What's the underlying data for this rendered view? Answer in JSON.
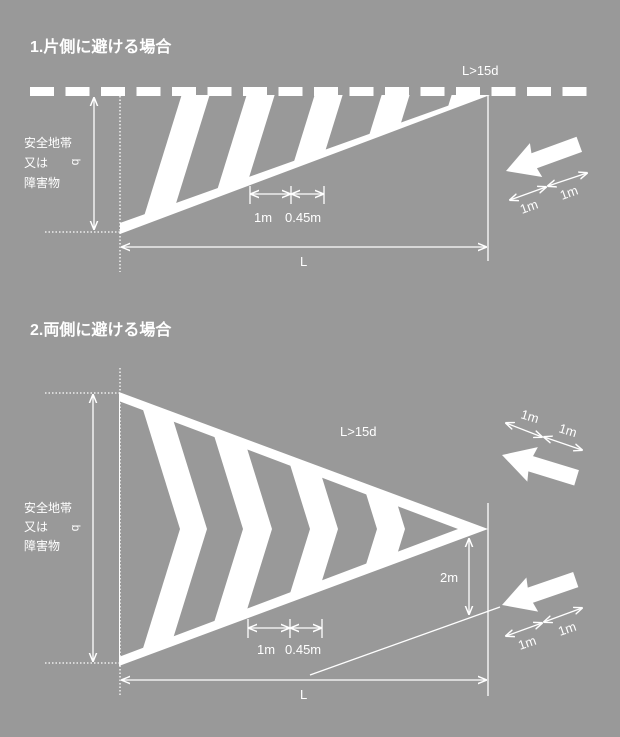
{
  "section1": {
    "title": "1.片側に避ける場合",
    "length_rule": "L>15d",
    "zone_label": [
      "安全地帯",
      "又は",
      "障害物"
    ],
    "width_symbol": "b",
    "length_symbol": "L",
    "stripe_width": "1m",
    "stripe_gap": "0.45m",
    "arrow_dims": [
      "1m",
      "1m"
    ]
  },
  "section2": {
    "title": "2.両側に避ける場合",
    "length_rule": "L>15d",
    "zone_label": [
      "安全地帯",
      "又は",
      "障害物"
    ],
    "width_symbol": "b",
    "length_symbol": "L",
    "offset": "2m",
    "stripe_width": "1m",
    "stripe_gap": "0.45m",
    "arrow_dims_top": [
      "1m",
      "1m"
    ],
    "arrow_dims_bottom": [
      "1m",
      "1m"
    ]
  },
  "colors": {
    "background": "#999999",
    "marking": "#ffffff"
  }
}
